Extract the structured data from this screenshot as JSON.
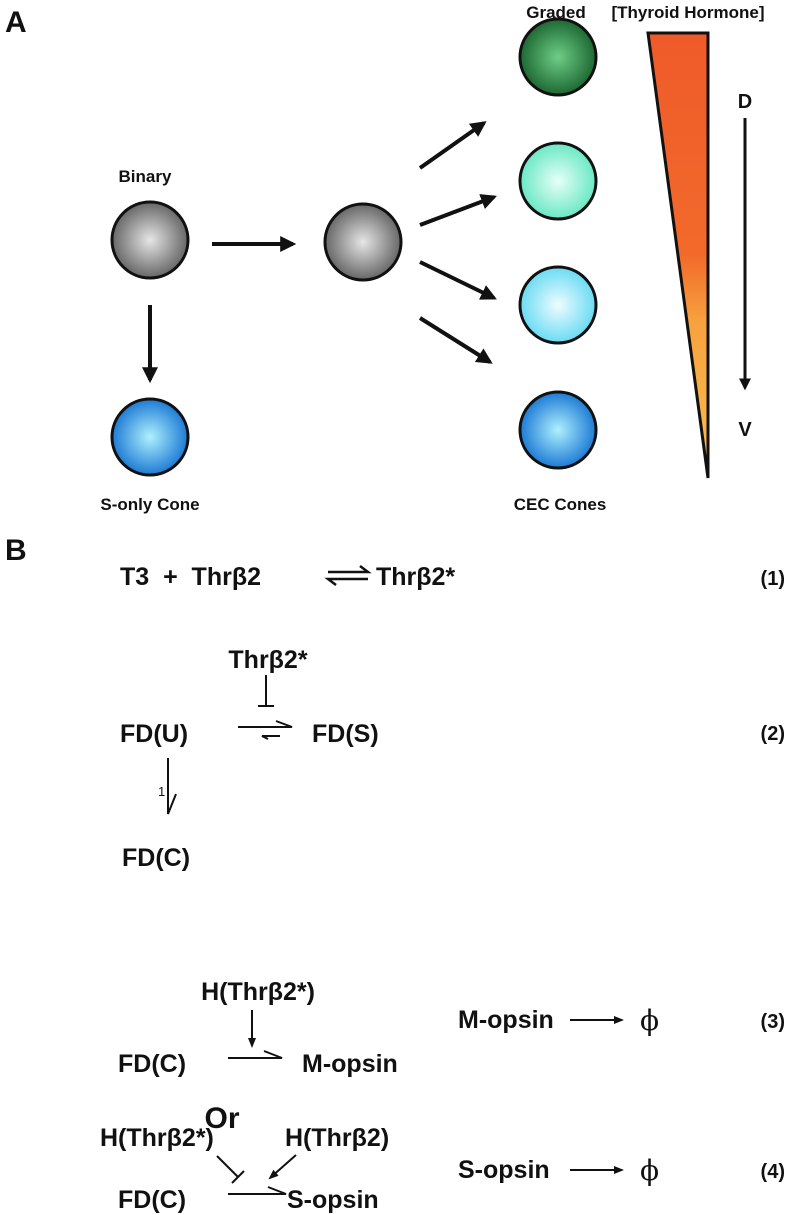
{
  "panel_a": {
    "label": "A",
    "binary_label": "Binary",
    "s_only_label": "S-only Cone",
    "graded_label": "Graded",
    "cec_label": "CEC Cones",
    "hormone_label": "[Thyroid Hormone]",
    "dorsal_label": "D",
    "ventral_label": "V",
    "colors": {
      "gray": "#8a8a8a",
      "green": "#1f7a3c",
      "aqua": "#7ff0cf",
      "cyan": "#86e6f8",
      "blue": "#1b8de0",
      "gradient_top": "#ef5a2a",
      "gradient_bottom": "#f9b445"
    }
  },
  "panel_b": {
    "label": "B",
    "eq1": {
      "left": "T3  +  Thrβ2",
      "right": "Thrβ2*",
      "number": "(1)"
    },
    "eq2": {
      "regulator": "Thrβ2*",
      "left": "FD(U)",
      "right": "FD(S)",
      "down_rate": "1",
      "bottom": "FD(C)",
      "number": "(2)"
    },
    "eq3": {
      "regulator": "H(Thrβ2*)",
      "left": "FD(C)",
      "right": "M-opsin",
      "decay_left": "M-opsin",
      "decay_right": "ϕ",
      "number": "(3)"
    },
    "or_label": "Or",
    "eq4": {
      "inhibitor": "H(Thrβ2*)",
      "activator": "H(Thrβ2)",
      "left": "FD(C)",
      "right": "S-opsin",
      "decay_left": "S-opsin",
      "decay_right": "ϕ",
      "number": "(4)"
    }
  }
}
